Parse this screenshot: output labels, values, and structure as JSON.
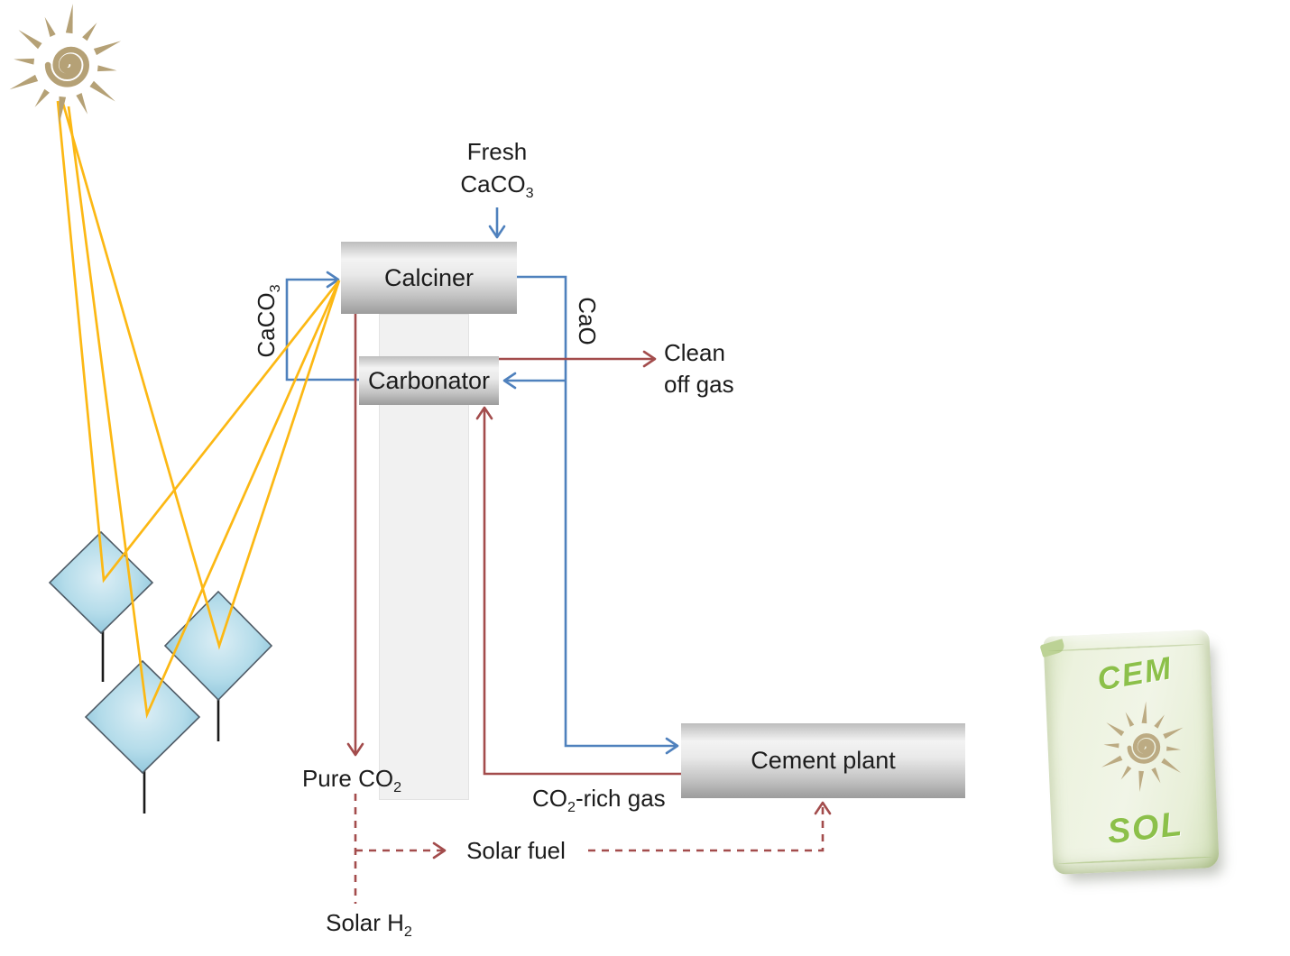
{
  "colors": {
    "blue": "#4f81bd",
    "maroon": "#a34c4c",
    "yellow": "#fcb814",
    "sun": "#b5a176",
    "heliostat_edge": "#82bdd6",
    "heliostat_center": "#dceef5",
    "bag_text": "#8cc04a",
    "bag_bg": "#edf2e0",
    "box_text": "#1c1c1c"
  },
  "boxes": {
    "calciner": {
      "label": "Calciner"
    },
    "carbonator": {
      "label": "Carbonator"
    },
    "cement_plant": {
      "label": "Cement plant"
    }
  },
  "flows": {
    "fresh_feed": {
      "line1": "Fresh",
      "formula_pre": "CaCO",
      "formula_sub": "3"
    },
    "caco3_recycle": {
      "formula_pre": "CaCO",
      "formula_sub": "3"
    },
    "cao": {
      "label": "CaO"
    },
    "clean_off_gas": {
      "line1": "Clean",
      "line2": "off gas"
    },
    "pure_co2": {
      "pre": "Pure CO",
      "sub": "2"
    },
    "co2_rich_gas": {
      "pre": "CO",
      "sub": "2",
      "post": "-rich gas"
    },
    "solar_fuel": {
      "label": "Solar fuel"
    },
    "solar_h2": {
      "pre": "Solar H",
      "sub": "2"
    }
  },
  "bag": {
    "top_text": "CEM",
    "bottom_text": "SOL"
  },
  "icons": {
    "sun": "sun-icon",
    "heliostat": "heliostat-mirror-icon",
    "bag_sun": "bag-sun-logo-icon"
  }
}
